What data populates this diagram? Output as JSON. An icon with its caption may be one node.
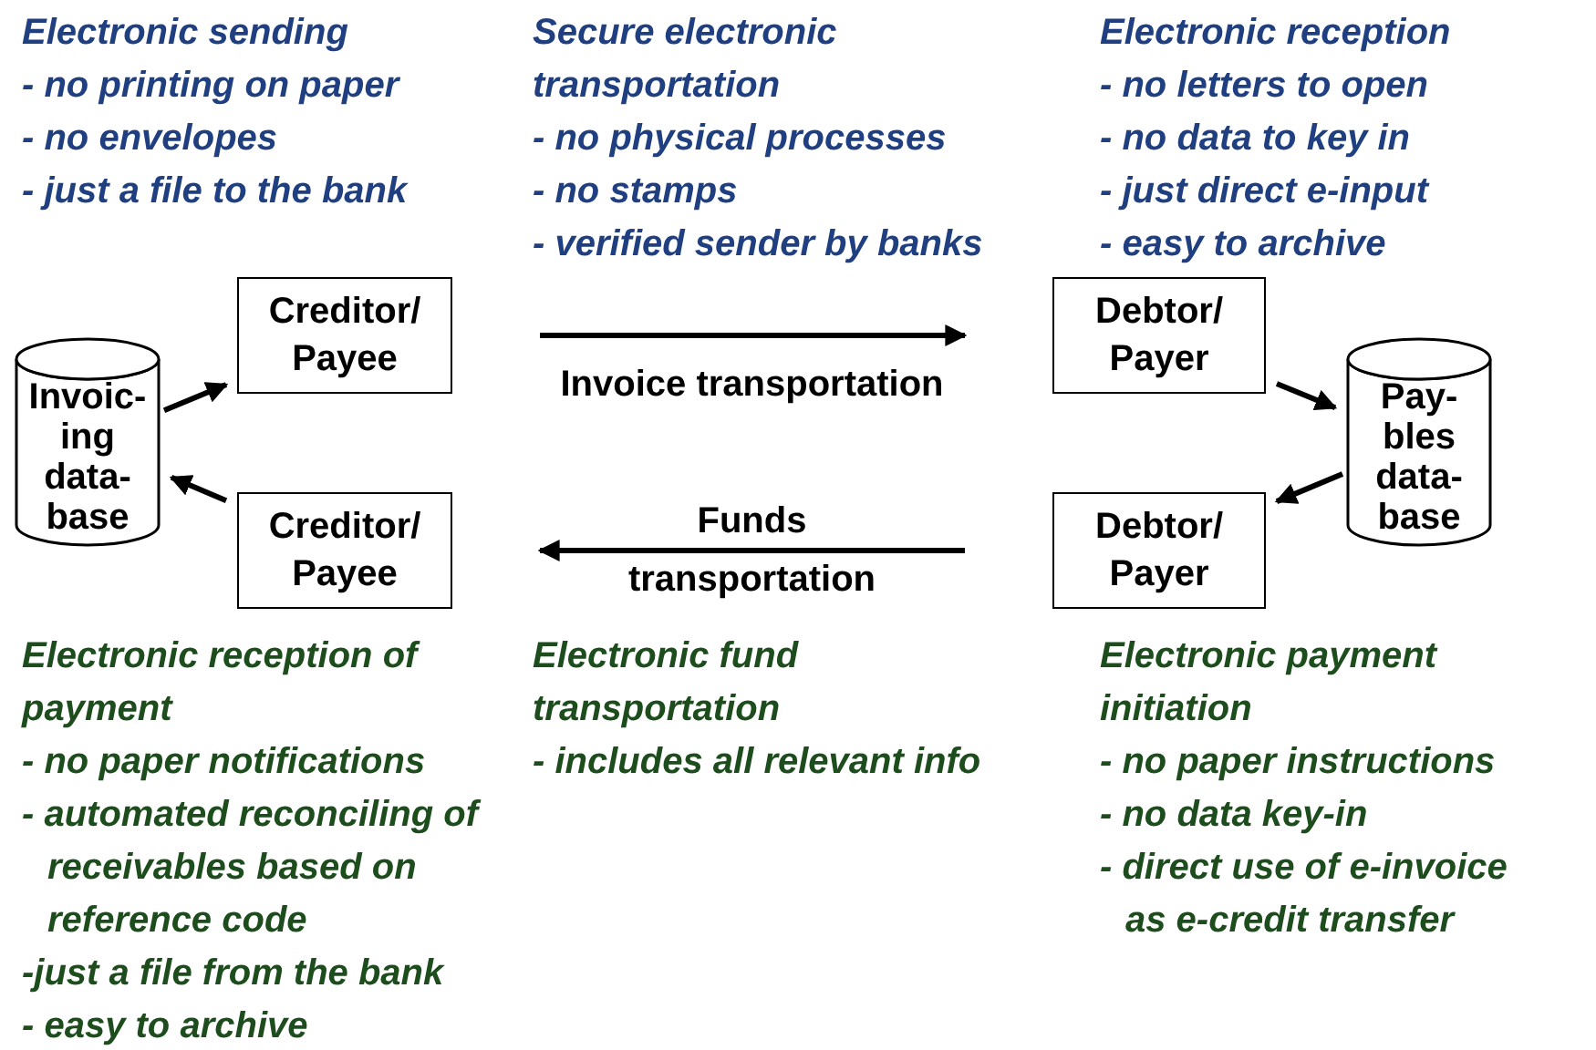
{
  "diagram": {
    "nodes": [
      {
        "text": [
          "Invoic- ing data- base"
        ]
      },
      {
        "text": [
          "Creditor/ Payee"
        ]
      },
      {
        "text": [
          "Debtor/ Payer"
        ]
      },
      {
        "text": [
          "Pay- bles data- base"
        ]
      },
      {
        "text": [
          "Debtor/ Payer"
        ]
      },
      {
        "text": [
          "Creditor/ Payee"
        ]
      }
    ],
    "edges": [
      {
        "from": 0,
        "to": 1,
        "arrow": "to"
      },
      {
        "from": 1,
        "to": 2,
        "arrow": "to",
        "label": "Invoice transportation"
      },
      {
        "from": 2,
        "to": 3,
        "arrow": "to"
      },
      {
        "from": 3,
        "to": 4,
        "arrow": "to"
      },
      {
        "from": 4,
        "to": 5,
        "arrow": "to",
        "label": "Funds transportation"
      },
      {
        "from": 5,
        "to": 0,
        "arrow": "to"
      }
    ],
    "labels": [
      "Electronic sending",
      "- no printing on paper",
      "- no envelopes",
      "- just a file to the bank",
      "Secure electronic transportation",
      "- no physical processes",
      "- no stamps",
      "- verified sender by banks",
      "Electronic reception",
      "- no letters to open",
      "- no data to key in",
      "- just direct e-input",
      "- easy to archive",
      "Electronic reception of payment",
      "- no paper notifications",
      "- automated reconciling of receivables based on reference code",
      "-just a file from the bank",
      "- easy to archive",
      "Electronic fund transportation",
      "- includes all relevant info",
      "Electronic payment initiation",
      "- no paper instructions",
      "- no data key-in",
      "- direct use of e-invoice as e-credit transfer"
    ]
  }
}
